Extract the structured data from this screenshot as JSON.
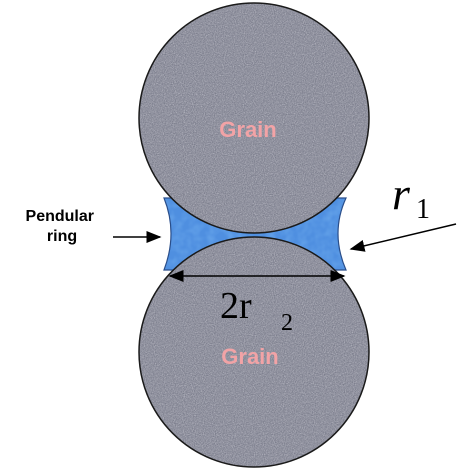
{
  "diagram": {
    "upper_grain_label": "Grain",
    "lower_grain_label": "Grain",
    "pendular_ring_label": [
      "Pendular",
      "ring"
    ],
    "r1_label": {
      "base": "r",
      "sub": "1"
    },
    "r2_label": {
      "base": "2r",
      "sub": "2"
    }
  },
  "colors": {
    "grain_fill": "#6b6e7e",
    "grain_stroke": "#1a1a1a",
    "water_fill": "#4f8fe0",
    "grain_label": "#f2a3a6",
    "arrow": "#000000"
  }
}
